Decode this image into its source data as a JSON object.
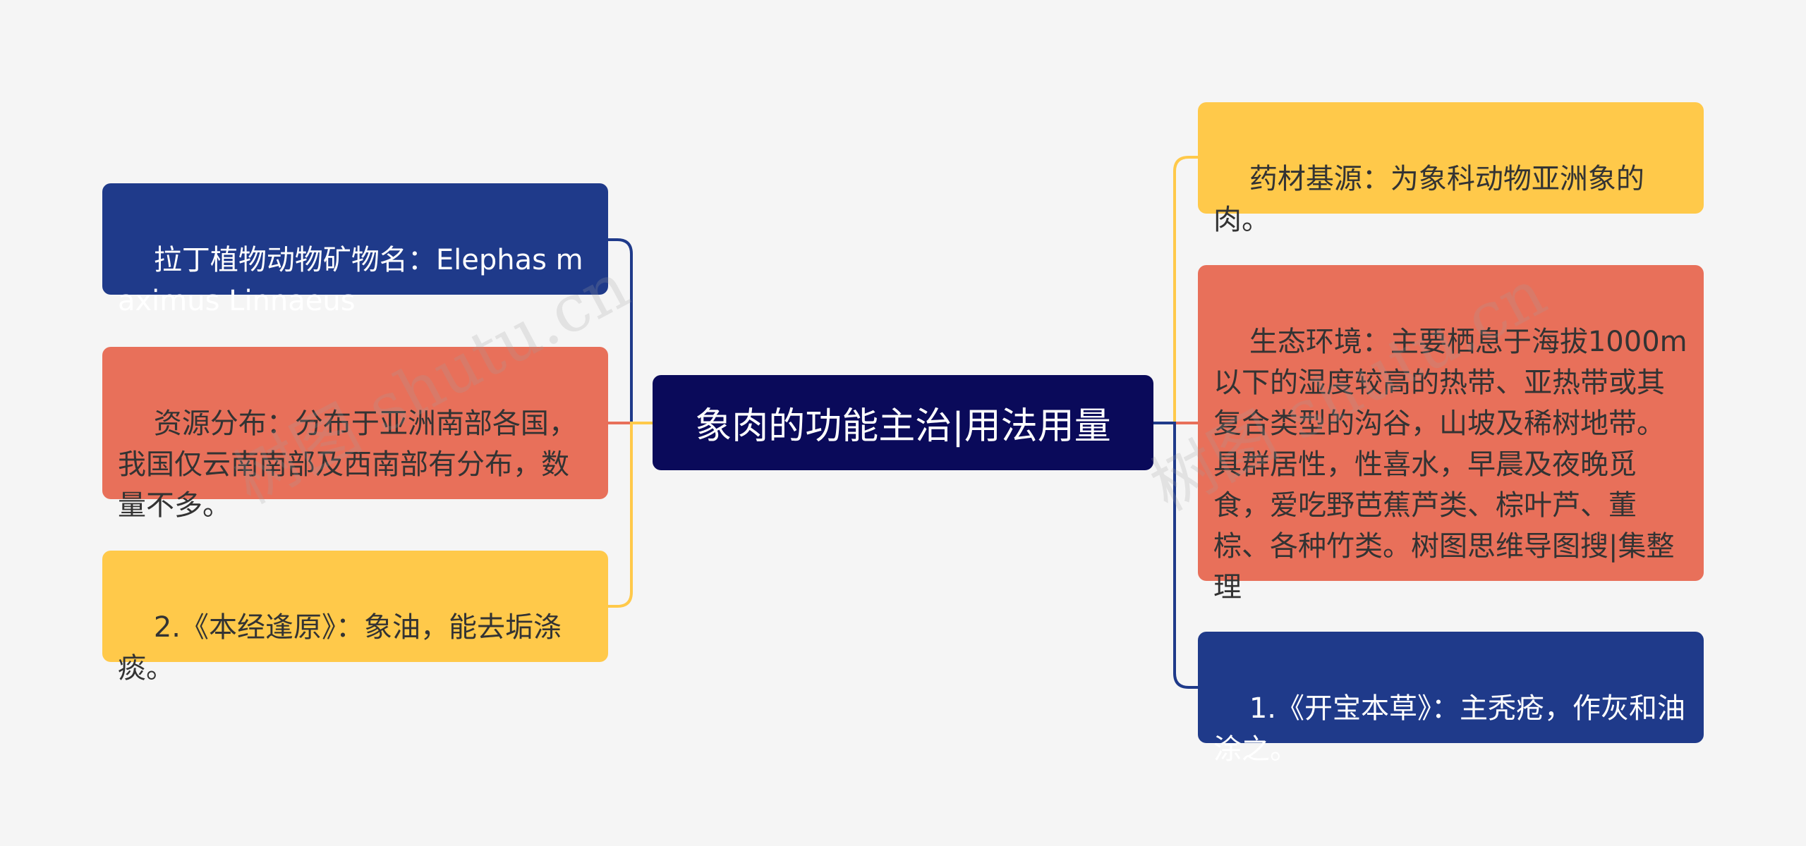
{
  "center": {
    "label": "象肉的功能主治|用法用量",
    "color": "#0a0a5a"
  },
  "left_nodes": [
    {
      "text": "拉丁植物动物矿物名：Elephas maximus Linnaeus",
      "color": "#1f3a8a",
      "text_color": "#ffffff"
    },
    {
      "text": "资源分布：分布于亚洲南部各国，我国仅云南南部及西南部有分布，数量不多。",
      "color": "#e8705a",
      "text_color": "#333333"
    },
    {
      "text": "2.《本经逢原》：象油，能去垢涤痰。",
      "color": "#ffc94a",
      "text_color": "#333333"
    }
  ],
  "right_nodes": [
    {
      "text": "药材基源：为象科动物亚洲象的肉。",
      "color": "#ffc94a",
      "text_color": "#333333"
    },
    {
      "text": "生态环境：主要栖息于海拔1000m以下的湿度较高的热带、亚热带或其复合类型的沟谷，山坡及稀树地带。具群居性，性喜水，早晨及夜晚觅食，爱吃野芭蕉芦类、棕叶芦、董棕、各种竹类。树图思维导图搜|集整理",
      "color": "#e8705a",
      "text_color": "#333333"
    },
    {
      "text": "1.《开宝本草》：主秃疮，作灰和油涂之。",
      "color": "#1f3a8a",
      "text_color": "#ffffff"
    }
  ],
  "watermarks": [
    "树图 shutu.cn",
    "树图 shutu.cn"
  ]
}
